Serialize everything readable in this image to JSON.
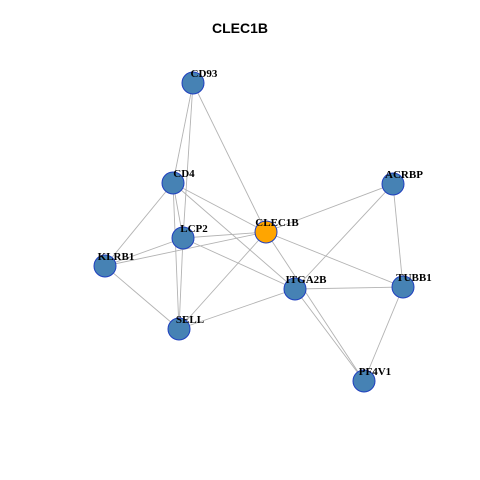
{
  "title": "CLEC1B",
  "colors": {
    "hub_node": "#FFA500",
    "node": "#4682B4",
    "node_border": "#1F3FBF",
    "edge": "#B3B3B3"
  },
  "nodes": [
    {
      "id": "CD93",
      "label": "CD93",
      "hub": false
    },
    {
      "id": "CD4",
      "label": "CD4",
      "hub": false
    },
    {
      "id": "ACRBP",
      "label": "ACRBP",
      "hub": false
    },
    {
      "id": "CLEC1B",
      "label": "CLEC1B",
      "hub": true
    },
    {
      "id": "LCP2",
      "label": "LCP2",
      "hub": false
    },
    {
      "id": "KLRB1",
      "label": "KLRB1",
      "hub": false
    },
    {
      "id": "ITGA2B",
      "label": "ITGA2B",
      "hub": false
    },
    {
      "id": "TUBB1",
      "label": "TUBB1",
      "hub": false
    },
    {
      "id": "SELL",
      "label": "SELL",
      "hub": false
    },
    {
      "id": "PF4V1",
      "label": "PF4V1",
      "hub": false
    }
  ],
  "edges": [
    [
      "CD93",
      "CD4"
    ],
    [
      "CD93",
      "LCP2"
    ],
    [
      "CD93",
      "CLEC1B"
    ],
    [
      "CD4",
      "KLRB1"
    ],
    [
      "CD4",
      "LCP2"
    ],
    [
      "CD4",
      "SELL"
    ],
    [
      "CD4",
      "CLEC1B"
    ],
    [
      "CD4",
      "ITGA2B"
    ],
    [
      "LCP2",
      "KLRB1"
    ],
    [
      "LCP2",
      "SELL"
    ],
    [
      "LCP2",
      "CLEC1B"
    ],
    [
      "LCP2",
      "ITGA2B"
    ],
    [
      "KLRB1",
      "CLEC1B"
    ],
    [
      "KLRB1",
      "SELL"
    ],
    [
      "SELL",
      "CLEC1B"
    ],
    [
      "SELL",
      "ITGA2B"
    ],
    [
      "CLEC1B",
      "ACRBP"
    ],
    [
      "CLEC1B",
      "TUBB1"
    ],
    [
      "CLEC1B",
      "PF4V1"
    ],
    [
      "ITGA2B",
      "ACRBP"
    ],
    [
      "ITGA2B",
      "TUBB1"
    ],
    [
      "ITGA2B",
      "PF4V1"
    ],
    [
      "ACRBP",
      "TUBB1"
    ],
    [
      "TUBB1",
      "PF4V1"
    ]
  ]
}
